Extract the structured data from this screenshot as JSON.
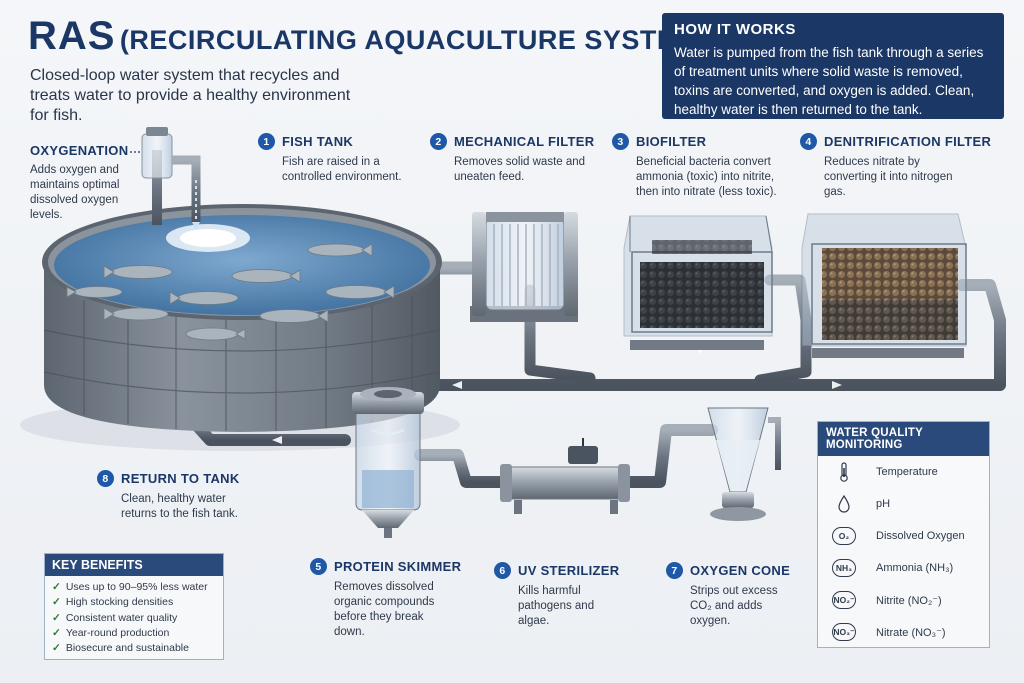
{
  "header": {
    "title_short": "RAS",
    "title_full": "(RECIRCULATING AQUACULTURE SYSTEM)",
    "subtitle": "Closed-loop water system that recycles and treats water to provide a healthy environment for fish."
  },
  "how_it_works": {
    "heading": "HOW IT WORKS",
    "body": "Water is pumped from the fish tank through a series of treatment units where solid waste is removed, toxins are converted, and oxygen is added. Clean, healthy water is then returned to the tank."
  },
  "components": [
    {
      "number": "1",
      "name": "FISH TANK",
      "description": "Fish are raised in a controlled environment."
    },
    {
      "number": "2",
      "name": "MECHANICAL FILTER",
      "description": "Removes solid waste and uneaten feed."
    },
    {
      "number": "3",
      "name": "BIOFILTER",
      "description": "Beneficial bacteria convert ammonia (toxic) into nitrite, then into nitrate (less toxic)."
    },
    {
      "number": "4",
      "name": "DENITRIFICATION FILTER",
      "description": "Reduces nitrate by converting it into nitrogen gas."
    },
    {
      "number": "5",
      "name": "PROTEIN SKIMMER",
      "description": "Removes dissolved organic compounds before they break down."
    },
    {
      "number": "6",
      "name": "UV STERILIZER",
      "description": "Kills harmful pathogens and algae."
    },
    {
      "number": "7",
      "name": "OXYGEN CONE",
      "description": "Strips out excess CO₂ and adds oxygen."
    },
    {
      "number": "8",
      "name": "RETURN TO TANK",
      "description": "Clean, healthy water returns to the fish tank."
    }
  ],
  "oxygenation": {
    "name": "OXYGENATION",
    "description": "Adds oxygen and maintains optimal dissolved oxygen levels."
  },
  "key_benefits": {
    "heading": "KEY BENEFITS",
    "items": [
      "Uses up to 90–95% less water",
      "High stocking densities",
      "Consistent water quality",
      "Year-round production",
      "Biosecure and sustainable"
    ]
  },
  "water_quality": {
    "heading": "WATER QUALITY MONITORING",
    "items": [
      {
        "icon": "thermometer-icon",
        "label": "Temperature"
      },
      {
        "icon": "water-drop-icon",
        "label": "pH"
      },
      {
        "icon": "o2-icon",
        "symbol": "O₂",
        "label": "Dissolved Oxygen"
      },
      {
        "icon": "nh3-icon",
        "symbol": "NH₃",
        "label": "Ammonia (NH₃)"
      },
      {
        "icon": "no2-icon",
        "symbol": "NO₂⁻",
        "label": "Nitrite (NO₂⁻)"
      },
      {
        "icon": "no3-icon",
        "symbol": "NO₃⁻",
        "label": "Nitrate (NO₃⁻)"
      }
    ]
  },
  "colors": {
    "navy": "#1b3765",
    "badge_blue": "#1f58a6",
    "water": "#4f7fae",
    "pipe": "#7b8593",
    "check": "#2a7a3a"
  }
}
